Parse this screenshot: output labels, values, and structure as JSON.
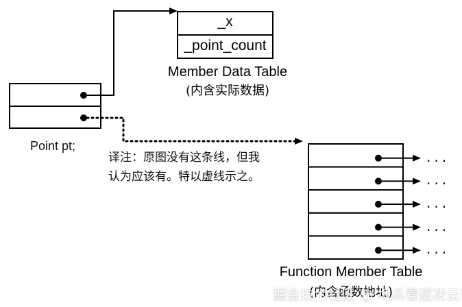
{
  "member_data_table": {
    "rows": [
      "_x",
      "_point_count"
    ],
    "title": "Member Data Table",
    "subtitle": "(内含实际数据)"
  },
  "point_object": {
    "label": "Point pt;"
  },
  "translator_note": {
    "line1": "译注：原图没有这条线，但我",
    "line2": "认为应该有。特以虚线示之。"
  },
  "function_member_table": {
    "title": "Function Member Table",
    "subtitle": "(内含函数地址)",
    "continuation": "..."
  },
  "watermark": "掘金技术社区 @ 地瓜看遂凌云志"
}
